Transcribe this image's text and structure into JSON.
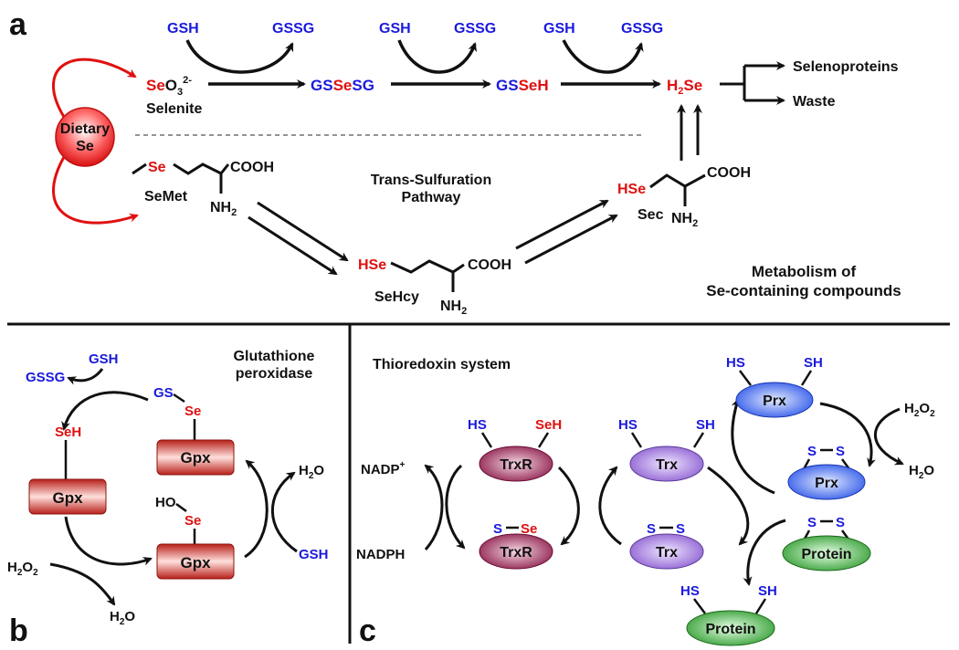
{
  "colors": {
    "selenium": "#e01010",
    "thiol": "#1a1adc",
    "text": "#111111",
    "gpx": "#b8201a",
    "trxr": "#8a1848",
    "trx": "#8a5ad0",
    "prx": "#2a54e8",
    "protein": "#2e9a2e",
    "dietary": "#e01010"
  },
  "panels": {
    "a": "a",
    "b": "b",
    "c": "c"
  },
  "panel_a": {
    "dietary_line1": "Dietary",
    "dietary_line2": "Se",
    "gsh": "GSH",
    "gssg": "GSSG",
    "selenite_se": "Se",
    "selenite_o3": "O",
    "selenite_sub": "3",
    "selenite_sup": "2-",
    "selenite_label": "Selenite",
    "gssesg_gs": "GS",
    "gssesg_se": "Se",
    "gssesg_sg": "SG",
    "gsseh_gs": "GS",
    "gsseh_seh": "SeH",
    "h2se_h": "H",
    "h2se_sub": "2",
    "h2se_se": "Se",
    "selenoproteins": "Selenoproteins",
    "waste": "Waste",
    "semet_se": "Se",
    "semet_cooh": "COOH",
    "semet_nh": "NH",
    "semet_nh_sub": "2",
    "semet_label": "SeMet",
    "trans_line1": "Trans-Sulfuration",
    "trans_line2": "Pathway",
    "sehcy_hse": "HSe",
    "sehcy_cooh": "COOH",
    "sehcy_nh": "NH",
    "sehcy_nh_sub": "2",
    "sehcy_label": "SeHcy",
    "sec_hse": "HSe",
    "sec_cooh": "COOH",
    "sec_nh": "NH",
    "sec_nh_sub": "2",
    "sec_label": "Sec",
    "meta_line1": "Metabolism of",
    "meta_line2": "Se-containing compounds"
  },
  "panel_b": {
    "title_line1": "Glutathione",
    "title_line2": "peroxidase",
    "gsh_top": "GSH",
    "gssg": "GSSG",
    "gs": "GS",
    "se": "Se",
    "seh": "SeH",
    "ho": "HO",
    "gpx": "Gpx",
    "h2o_right": "H",
    "h2o_right_sub": "2",
    "h2o_right_o": "O",
    "gsh_right": "GSH",
    "h2o2": "H",
    "h2o2_sub1": "2",
    "h2o2_o": "O",
    "h2o2_sub2": "2",
    "h2o_bottom": "H",
    "h2o_bottom_sub": "2",
    "h2o_bottom_o": "O"
  },
  "panel_c": {
    "title": "Thioredoxin system",
    "nadp": "NADP",
    "nadp_sup": "+",
    "nadph": "NADPH",
    "hs": "HS",
    "sh": "SH",
    "seh": "SeH",
    "s": "S",
    "se": "Se",
    "trxr": "TrxR",
    "trx": "Trx",
    "prx": "Prx",
    "protein": "Protein",
    "h2o2": "H",
    "h2o2_sub1": "2",
    "h2o2_o": "O",
    "h2o2_sub2": "2",
    "h2o": "H",
    "h2o_sub": "2",
    "h2o_o": "O"
  }
}
